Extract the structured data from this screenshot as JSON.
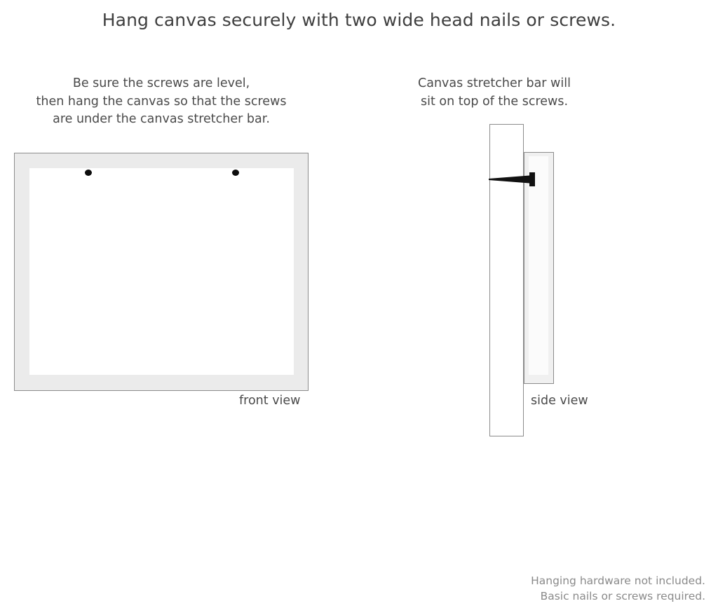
{
  "title": "Hang canvas securely with two wide head nails or screws.",
  "captions": {
    "left": "Be sure the screws are level, then hang the canvas so that the screws are under the canvas stretcher bar.",
    "left_lines": [
      "Be sure the screws are level,",
      "then hang the canvas so that the screws",
      "are under the canvas stretcher bar."
    ],
    "right": "Canvas stretcher bar will sit on top of the screws.",
    "right_lines": [
      "Canvas stretcher bar will",
      "sit on top of the screws."
    ]
  },
  "front_view": {
    "label": "front view",
    "frame_color": "#ebebeb",
    "border_color": "#8c8c8c",
    "inner_color": "#ffffff",
    "screws": [
      {
        "name": "left-screw",
        "color": "#0d0d0d"
      },
      {
        "name": "right-screw",
        "color": "#0d0d0d"
      }
    ]
  },
  "side_view": {
    "label": "side view",
    "wall_color": "#ffffff",
    "wall_border_color": "#8c8c8c",
    "canvas_color": "#f0f0f0",
    "canvas_border_color": "#8c8c8c",
    "screw_color": "#111111"
  },
  "footer": {
    "lines": [
      "Hanging hardware not included.",
      "Basic nails or screws required."
    ],
    "line1": "Hanging hardware not included.",
    "line2": "Basic nails or screws required.",
    "color": "#8a8a8a"
  }
}
